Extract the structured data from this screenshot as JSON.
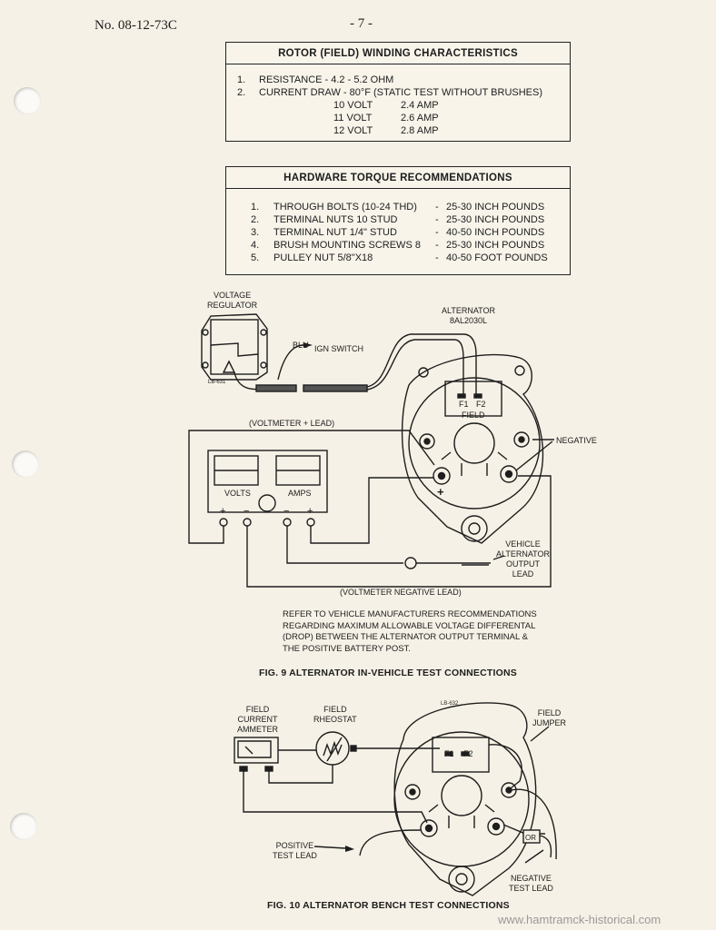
{
  "header": {
    "doc_number": "No. 08-12-73C",
    "page_number": "- 7 -"
  },
  "rotor": {
    "title": "ROTOR (FIELD) WINDING CHARACTERISTICS",
    "items": [
      {
        "num": "1.",
        "text": "RESISTANCE - 4.2 - 5.2 OHM"
      },
      {
        "num": "2.",
        "text": "CURRENT DRAW - 80°F (STATIC TEST WITHOUT BRUSHES)"
      }
    ],
    "readings": [
      {
        "volt": "10 VOLT",
        "amp": "2.4 AMP"
      },
      {
        "volt": "11 VOLT",
        "amp": "2.6 AMP"
      },
      {
        "volt": "12 VOLT",
        "amp": "2.8 AMP"
      }
    ]
  },
  "torque": {
    "title": "HARDWARE TORQUE RECOMMENDATIONS",
    "items": [
      {
        "num": "1.",
        "item": "THROUGH BOLTS (10-24 THD)",
        "value": "25-30 INCH POUNDS"
      },
      {
        "num": "2.",
        "item": "TERMINAL NUTS  10 STUD",
        "value": "25-30 INCH POUNDS"
      },
      {
        "num": "3.",
        "item": "TERMINAL NUT 1/4\" STUD",
        "value": "40-50 INCH POUNDS"
      },
      {
        "num": "4.",
        "item": "BRUSH MOUNTING SCREWS  8",
        "value": "25-30 INCH POUNDS"
      },
      {
        "num": "5.",
        "item": "PULLEY NUT 5/8\"X18",
        "value": "40-50 FOOT POUNDS"
      }
    ],
    "dash": "-"
  },
  "fig9": {
    "voltage_regulator": "VOLTAGE\nREGULATOR",
    "regulator_part": "LB-631",
    "alternator": "ALTERNATOR\n8AL2030L",
    "blu": "BLU",
    "ign_switch": "IGN SWITCH",
    "f1": "F1",
    "f2": "F2",
    "field": "FIELD",
    "negative": "NEGATIVE",
    "voltmeter_pos_lead": "(VOLTMETER + LEAD)",
    "volts": "VOLTS",
    "amps": "AMPS",
    "plus": "+",
    "minus": "−",
    "vehicle_output_lead": "VEHICLE\nALTERNATOR\nOUTPUT\nLEAD",
    "voltmeter_neg_lead": "(VOLTMETER NEGATIVE LEAD)",
    "note": "REFER TO VEHICLE MANUFACTURERS RECOMMENDATIONS\nREGARDING MAXIMUM ALLOWABLE VOLTAGE DIFFERENTAL\n(DROP) BETWEEN THE ALTERNATOR OUTPUT TERMINAL &\nTHE POSITIVE BATTERY POST.",
    "caption": "FIG. 9   ALTERNATOR IN-VEHICLE TEST CONNECTIONS"
  },
  "fig10": {
    "field_current_ammeter": "FIELD\nCURRENT\nAMMETER",
    "field_rheostat": "FIELD\nRHEOSTAT",
    "field_jumper": "FIELD\nJUMPER",
    "part_code": "LB-632",
    "f1": "F1",
    "f2": "F2",
    "or": "OR",
    "positive_test_lead": "POSITIVE\nTEST LEAD",
    "negative_test_lead": "NEGATIVE\nTEST LEAD",
    "caption": "FIG. 10   ALTERNATOR BENCH TEST CONNECTIONS"
  },
  "watermark": "www.hamtramck-historical.com"
}
